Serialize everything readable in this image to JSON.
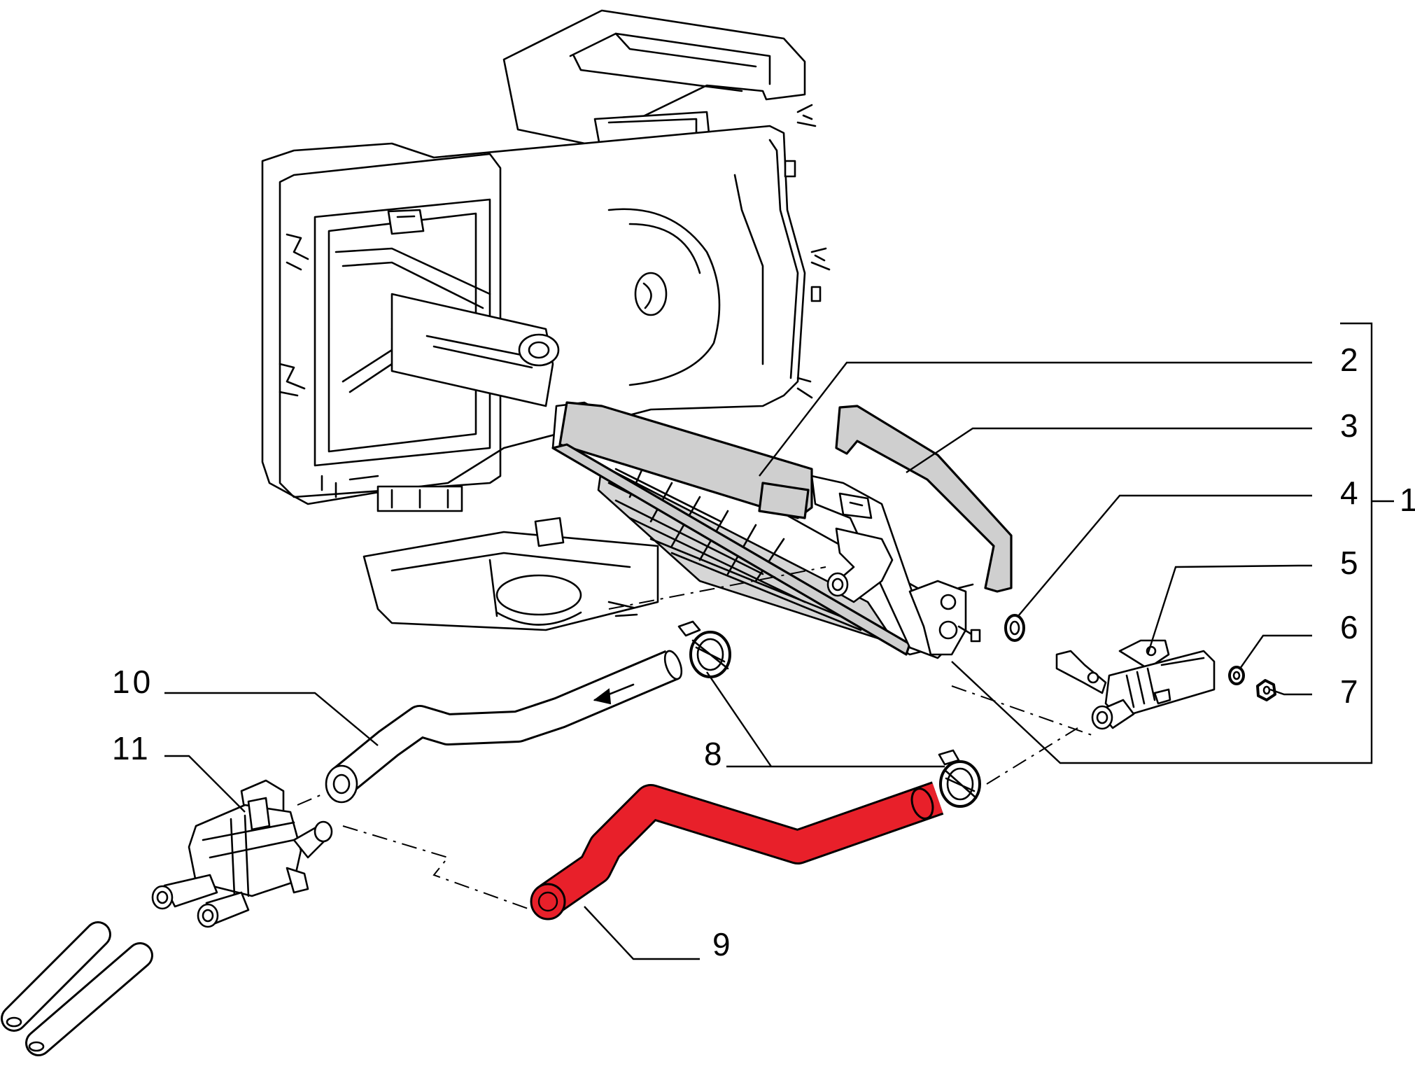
{
  "callouts": [
    {
      "id": "1",
      "text": "1"
    },
    {
      "id": "2",
      "text": "2"
    },
    {
      "id": "3",
      "text": "3"
    },
    {
      "id": "4",
      "text": "4"
    },
    {
      "id": "5",
      "text": "5"
    },
    {
      "id": "6",
      "text": "6"
    },
    {
      "id": "7",
      "text": "7"
    },
    {
      "id": "8",
      "text": "8"
    },
    {
      "id": "9",
      "text": "9"
    },
    {
      "id": "10",
      "text": "10"
    },
    {
      "id": "11",
      "text": "11"
    }
  ],
  "colors": {
    "highlight_hose": "#e8202a",
    "line": "#000000",
    "background": "#ffffff",
    "foam": "#d0d0d0"
  }
}
